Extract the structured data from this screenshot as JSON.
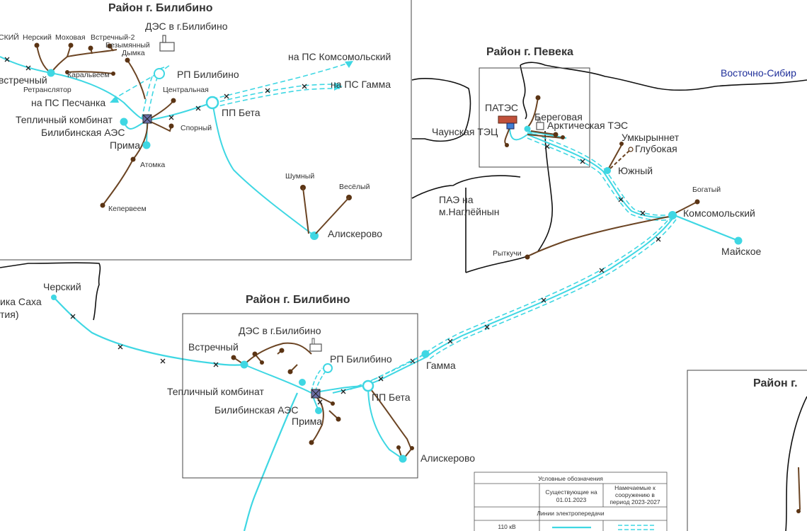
{
  "colors": {
    "line_110kv": "#3fd7e3",
    "line_35kv": "#6b4423",
    "node_brown": "#5b3414",
    "text": "#333333",
    "region": "#1f2f9a"
  },
  "icons": [
    "power-plant-icon",
    "substation-icon",
    "cross-marker-icon"
  ],
  "inset_bilibino_top": {
    "title": "Район г. Билибино",
    "labels": {
      "nersky_left": "СКИЙ",
      "nersky": "Нерский",
      "mokhovaya": "Моховая",
      "vstrechny2": "Встречный-2",
      "bezymyanny": "Безымянный",
      "dymka": "Дымка",
      "des": "ДЭС в г.Билибино",
      "na_komsomolsky": "на ПС Комсомольский",
      "rp_bilibino": "РП Билибино",
      "na_gamma": "на ПС Гамма",
      "vstrechny": "встречный",
      "karalveem": "Каральвеем",
      "retranslyator": "Ретранслятор",
      "na_peschanka": "на ПС Песчанка",
      "tsentralnaya": "Центральная",
      "pp_beta": "ПП Бета",
      "teplichny": "Тепличный комбинат",
      "spornyy": "Спорный",
      "bilibinskaya_aes": "Билибинская АЭС",
      "prima": "Прима",
      "atomka": "Атомка",
      "kepterveem": "Кепервеем",
      "shumny": "Шумный",
      "vesely": "Весёлый",
      "aliskerovo": "Алискерово"
    }
  },
  "inset_pevek": {
    "title": "Район г. Певека",
    "labels": {
      "pates": "ПАТЭС",
      "beregovaya": "Береговая",
      "chaunskaya": "Чаунская ТЭЦ",
      "arkticheskaya": "Арктическая ТЭС"
    }
  },
  "main": {
    "region": "Восточно-Сибир",
    "labels": {
      "umkyrynnet": "Умкырыннет",
      "glubokaya": "Глубокая",
      "yuzhny": "Южный",
      "bogaty": "Богатый",
      "komsomolsky": "Комсомольский",
      "mayskoe": "Майское",
      "pae_line1": "ПАЭ на",
      "pae_line2": "м.Наглёйнын",
      "rytkuchi": "Рыткучи",
      "chersky": "Черский",
      "sakha_line1": "ика Саха",
      "sakha_line2": "тия)",
      "gamma": "Гамма"
    }
  },
  "inset_bilibino_bottom": {
    "title": "Район г. Билибино",
    "labels": {
      "des": "ДЭС в г.Билибино",
      "vstrechny": "Встречный",
      "rp_bilibino": "РП Билибино",
      "teplichny": "Тепличный комбинат",
      "pp_beta": "ПП Бета",
      "bilibinskaya_aes": "Билибинская АЭС",
      "prima": "Прима",
      "aliskerovo": "Алискерово"
    }
  },
  "inset_right": {
    "title": "Район г."
  },
  "legend": {
    "title": "Условные обозначения",
    "col_existing_line1": "Существующие на",
    "col_existing_line2": "01.01.2023",
    "col_planned_line1": "Намечаемые к",
    "col_planned_line2": "сооружению в",
    "col_planned_line3": "период 2023-2027",
    "section": "Линии электропередачи",
    "row_110kv": "110 кВ"
  }
}
